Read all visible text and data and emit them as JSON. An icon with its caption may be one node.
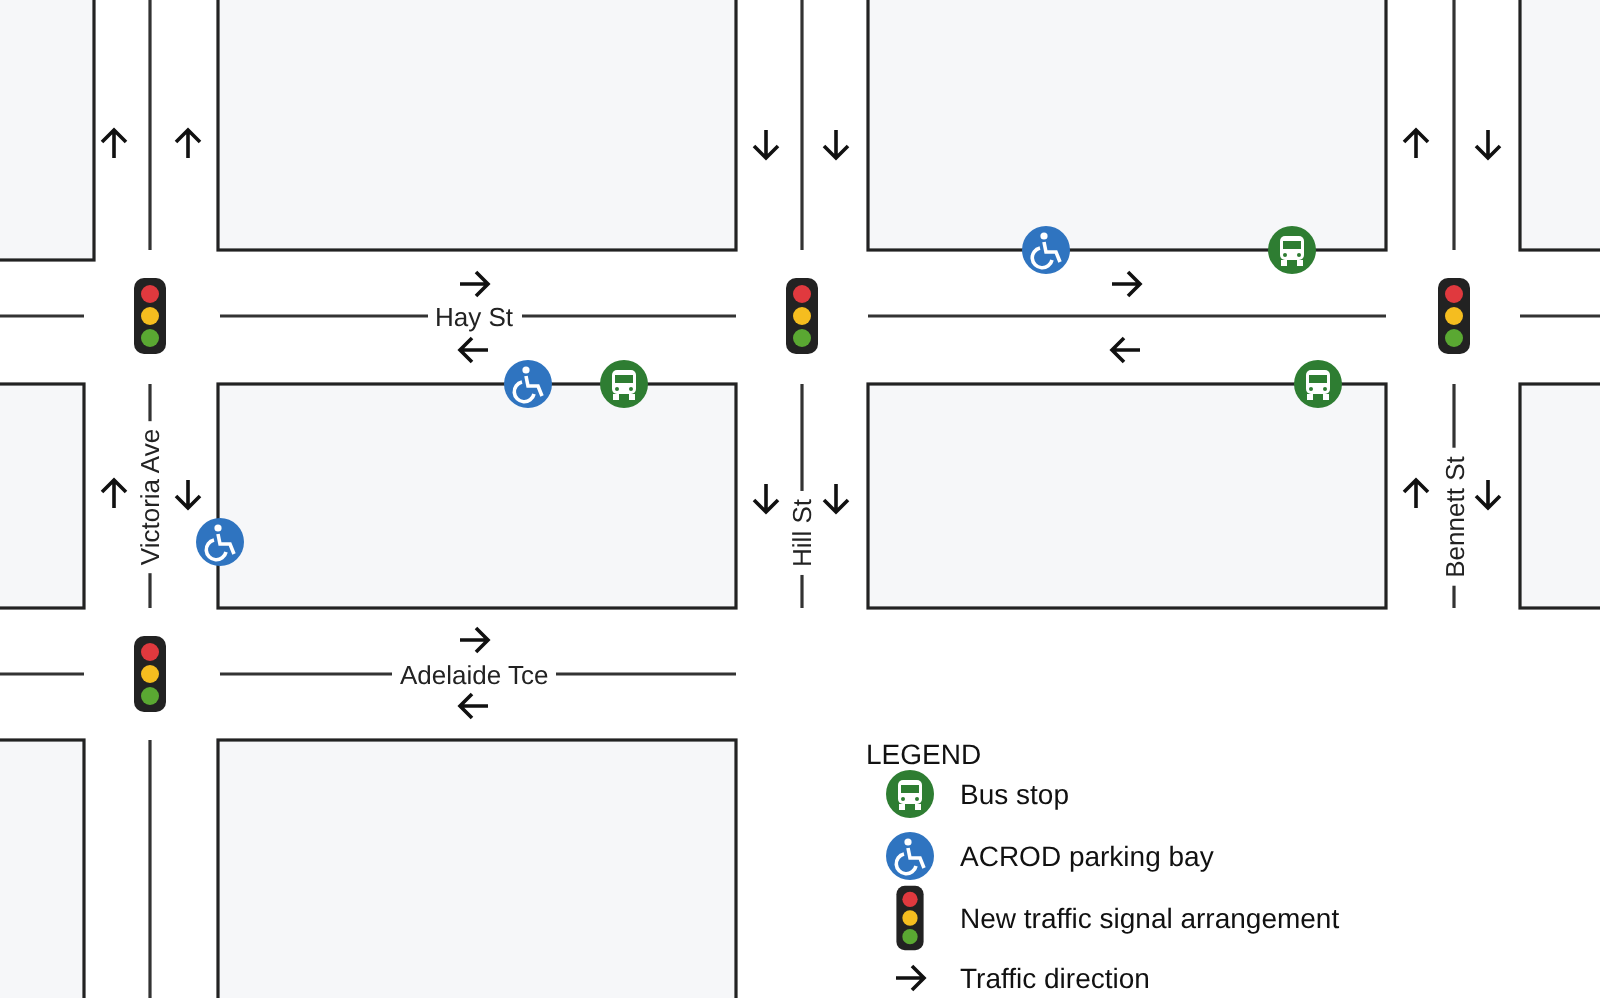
{
  "diagram": {
    "labels": [
      "Hay St",
      "Victoria Ave",
      "Hill St",
      "Bennett St",
      "Adelaide Tce",
      "LEGEND"
    ],
    "legend": [
      {
        "text": "Bus stop"
      },
      {
        "text": "ACROD parking bay"
      },
      {
        "text": "New traffic signal arrangement"
      },
      {
        "text": "Traffic direction"
      }
    ]
  }
}
